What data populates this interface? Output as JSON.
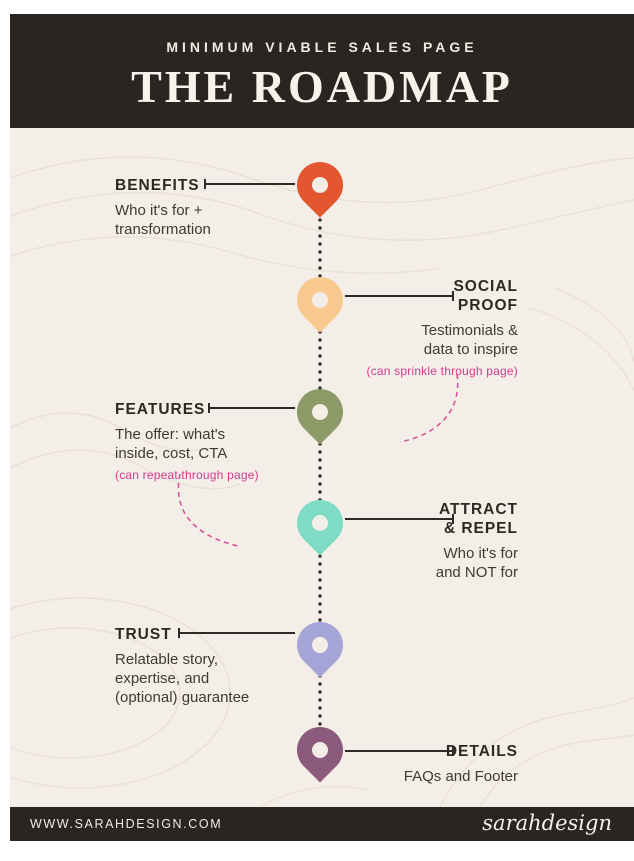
{
  "header": {
    "subtitle": "MINIMUM VIABLE SALES PAGE",
    "title": "THE ROADMAP"
  },
  "footer": {
    "website": "WWW.SARAHDESIGN.COM",
    "brand": "sarahdesign"
  },
  "colors": {
    "header_bg": "#292520",
    "body_bg": "#f3eee7",
    "accent_pink": "#d63a8e",
    "line_dark": "#2e2a25"
  },
  "timeline": {
    "steps": [
      {
        "side": "left",
        "label": "BENEFITS",
        "desc": "Who it's for + transformation",
        "pin_color": "#e4562f"
      },
      {
        "side": "right",
        "label": "SOCIAL PROOF",
        "desc": "Testimonials & data to inspire",
        "note": "(can sprinkle through page)",
        "pin_color": "#f7c98e"
      },
      {
        "side": "left",
        "label": "FEATURES",
        "desc": "The offer: what's inside, cost, CTA",
        "note": "(can repeat through page)",
        "pin_color": "#8c9a67"
      },
      {
        "side": "right",
        "label": "ATTRACT & REPEL",
        "desc": "Who it's for and NOT for",
        "pin_color": "#7edbc6"
      },
      {
        "side": "left",
        "label": "TRUST",
        "desc": "Relatable story, expertise, and (optional) guarantee",
        "pin_color": "#a6a5d8"
      },
      {
        "side": "right",
        "label": "DETAILS",
        "desc": "FAQs and Footer",
        "pin_color": "#8b5a7c"
      }
    ]
  }
}
